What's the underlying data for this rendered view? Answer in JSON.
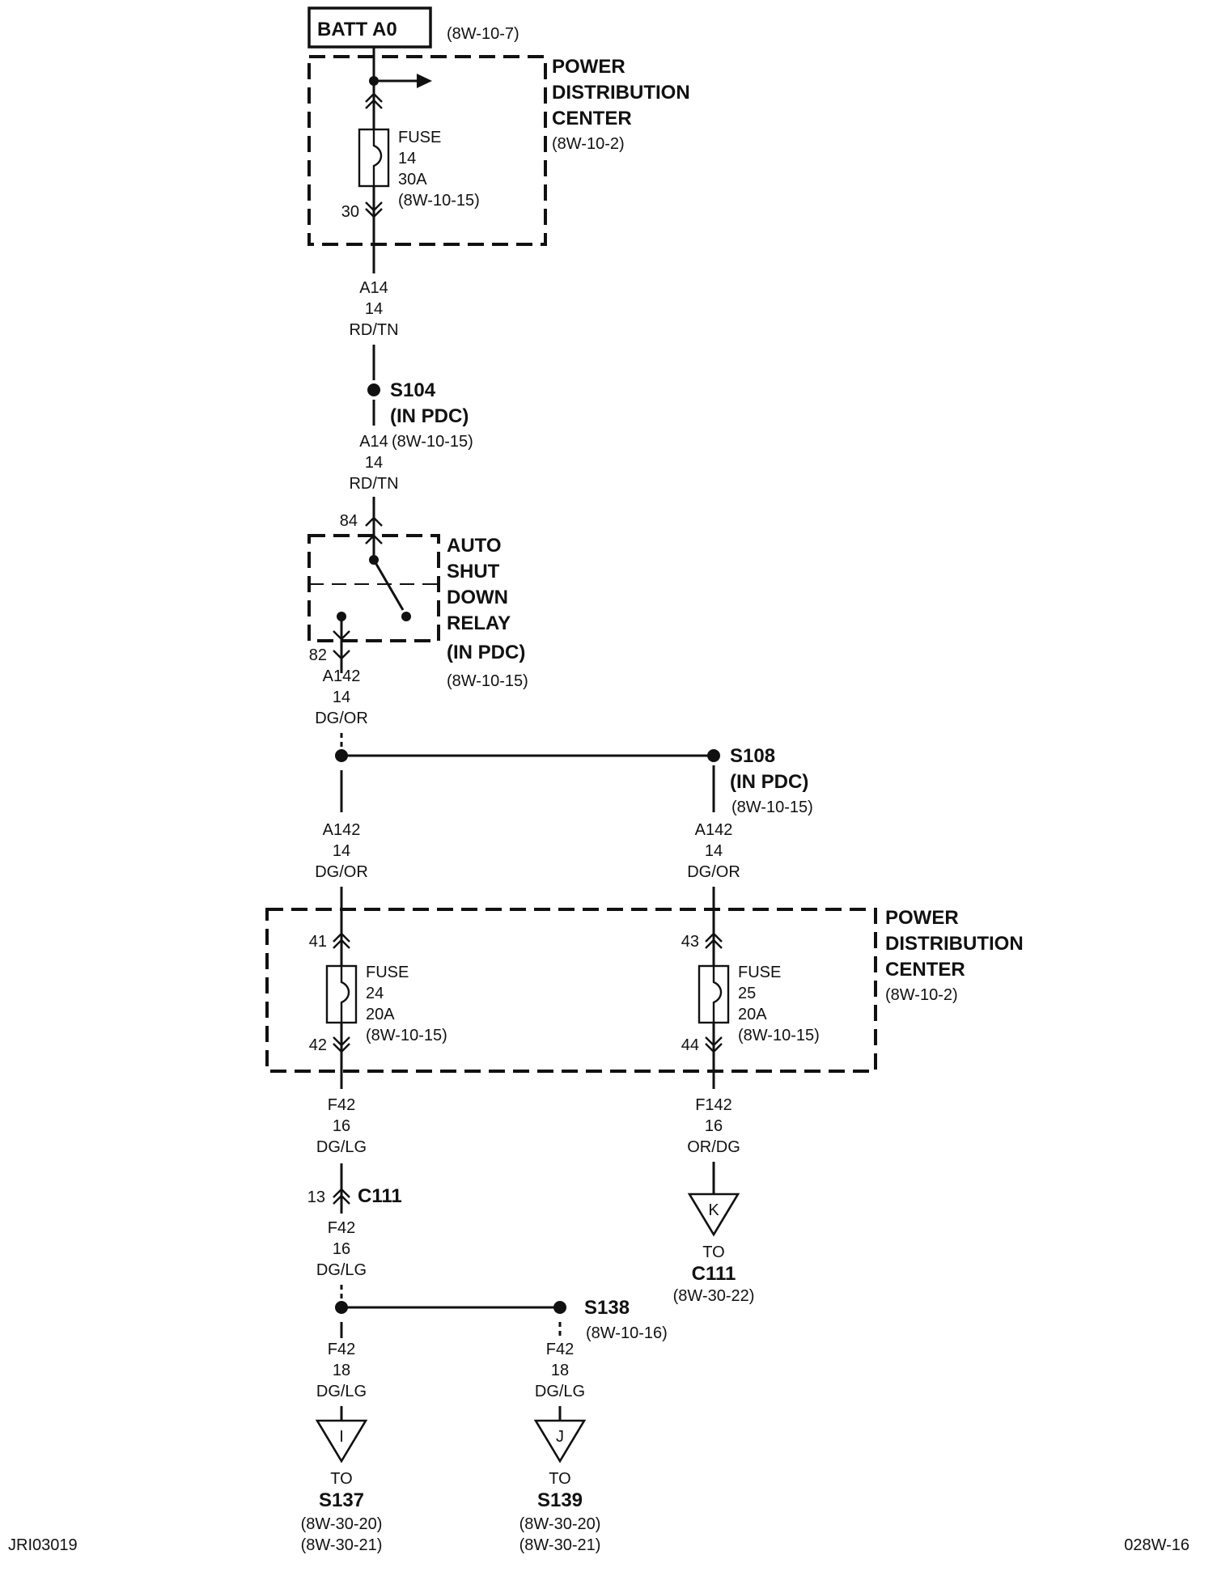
{
  "batt": {
    "label": "BATT A0",
    "ref": "(8W-10-7)"
  },
  "pdc_top": {
    "line1": "POWER",
    "line2": "DISTRIBUTION",
    "line3": "CENTER",
    "ref": "(8W-10-2)"
  },
  "fuse14": {
    "l1": "FUSE",
    "l2": "14",
    "l3": "30A",
    "l4": "(8W-10-15)",
    "pin": "30"
  },
  "wire_a14_top": {
    "circuit": "A14",
    "gauge": "14",
    "color": "RD/TN"
  },
  "s104": {
    "name": "S104",
    "loc": "(IN PDC)"
  },
  "wire_a14_bot": {
    "circuit": "A14",
    "ref": "(8W-10-15)",
    "gauge": "14",
    "color": "RD/TN"
  },
  "asd_relay": {
    "pin_in": "84",
    "pin_out": "82",
    "line1": "AUTO",
    "line2": "SHUT",
    "line3": "DOWN",
    "line4": "RELAY",
    "loc": "(IN PDC)",
    "ref": "(8W-10-15)"
  },
  "wire_a142_top": {
    "circuit": "A142",
    "gauge": "14",
    "color": "DG/OR"
  },
  "s108": {
    "name": "S108",
    "loc": "(IN PDC)",
    "ref": "(8W-10-15)"
  },
  "wire_a142_left": {
    "circuit": "A142",
    "gauge": "14",
    "color": "DG/OR"
  },
  "wire_a142_right": {
    "circuit": "A142",
    "gauge": "14",
    "color": "DG/OR"
  },
  "pdc_bot": {
    "line1": "POWER",
    "line2": "DISTRIBUTION",
    "line3": "CENTER",
    "ref": "(8W-10-2)"
  },
  "fuse24": {
    "pin_in": "41",
    "l1": "FUSE",
    "l2": "24",
    "l3": "20A",
    "l4": "(8W-10-15)",
    "pin_out": "42"
  },
  "fuse25": {
    "pin_in": "43",
    "l1": "FUSE",
    "l2": "25",
    "l3": "20A",
    "l4": "(8W-10-15)",
    "pin_out": "44"
  },
  "wire_f42_a": {
    "circuit": "F42",
    "gauge": "16",
    "color": "DG/LG"
  },
  "wire_f142": {
    "circuit": "F142",
    "gauge": "16",
    "color": "OR/DG"
  },
  "c111_conn": {
    "pin": "13",
    "name": "C111"
  },
  "wire_f42_b": {
    "circuit": "F42",
    "gauge": "16",
    "color": "DG/LG"
  },
  "term_k": {
    "letter": "K",
    "to": "TO",
    "name": "C111",
    "ref": "(8W-30-22)"
  },
  "s138": {
    "name": "S138",
    "ref": "(8W-10-16)"
  },
  "wire_f42_c": {
    "circuit": "F42",
    "gauge": "18",
    "color": "DG/LG"
  },
  "wire_f42_d": {
    "circuit": "F42",
    "gauge": "18",
    "color": "DG/LG"
  },
  "term_i": {
    "letter": "I",
    "to": "TO",
    "name": "S137",
    "ref1": "(8W-30-20)",
    "ref2": "(8W-30-21)"
  },
  "term_j": {
    "letter": "J",
    "to": "TO",
    "name": "S139",
    "ref1": "(8W-30-20)",
    "ref2": "(8W-30-21)"
  },
  "footer": {
    "left": "JRI03019",
    "right": "028W-16"
  }
}
